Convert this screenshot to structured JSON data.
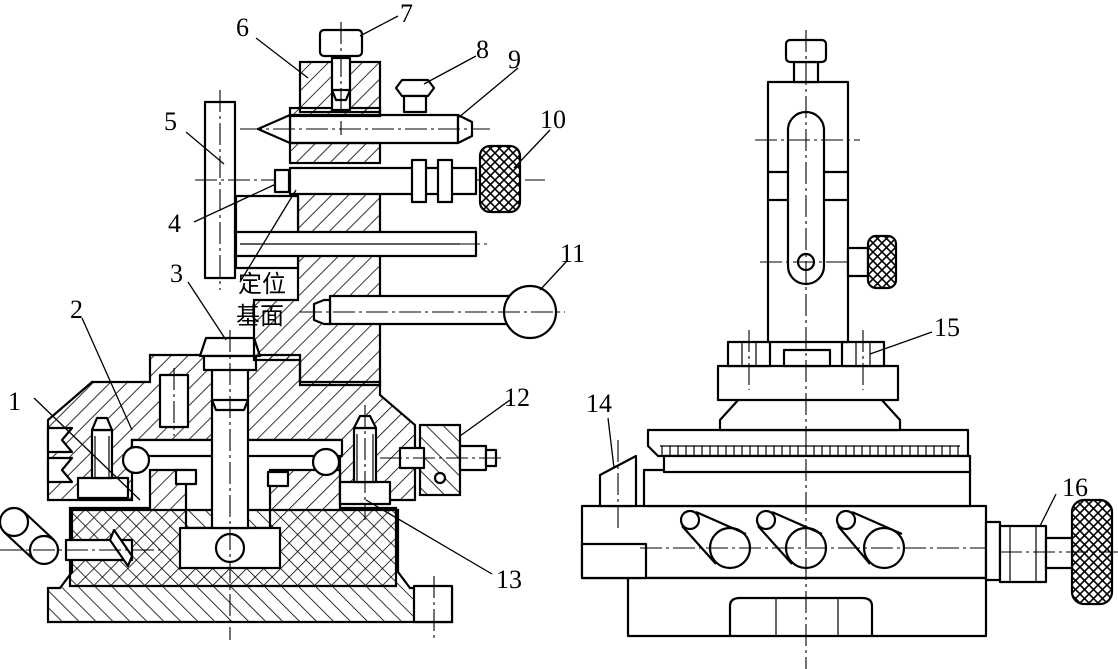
{
  "callouts": {
    "c1": "1",
    "c2": "2",
    "c3": "3",
    "c4": "4",
    "c5": "5",
    "c6": "6",
    "c7": "7",
    "c8": "8",
    "c9": "9",
    "c10": "10",
    "c11": "11",
    "c12": "12",
    "c13": "13",
    "c14": "14",
    "c15": "15",
    "c16": "16"
  },
  "locating_surface": {
    "line1": "定位",
    "line2": "基面"
  }
}
